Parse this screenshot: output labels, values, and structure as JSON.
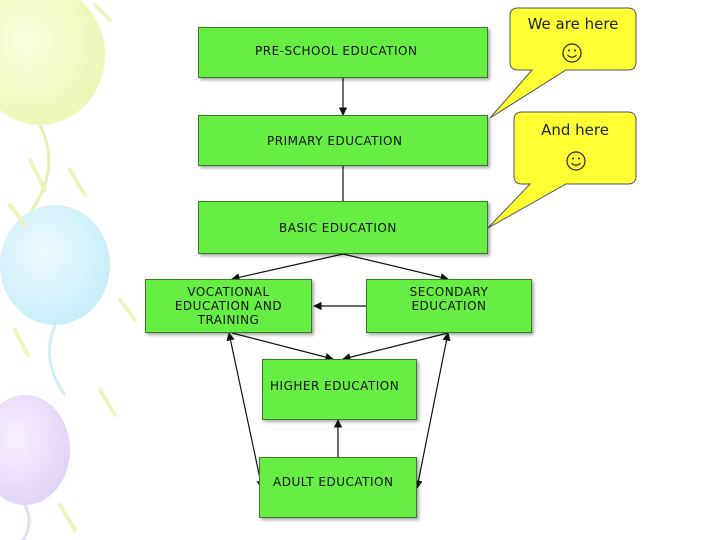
{
  "diagram": {
    "boxes": {
      "preschool": "PRE-SCHOOL EDUCATION",
      "primary": "PRIMARY EDUCATION",
      "basic": "BASIC EDUCATION",
      "vocational_line1": "VOCATIONAL",
      "vocational_line2": "EDUCATION AND",
      "vocational_line3": "TRAINING",
      "secondary_line1": "SECONDARY",
      "secondary_line2": "EDUCATION",
      "higher": "HIGHER EDUCATION",
      "adult": "ADULT EDUCATION"
    },
    "callouts": {
      "top": "We are here",
      "bottom": "And here"
    },
    "colors": {
      "box_fill": "#66ee44",
      "callout_fill": "#ffff33"
    },
    "icons": [
      "smiley-icon",
      "smiley-icon"
    ]
  }
}
